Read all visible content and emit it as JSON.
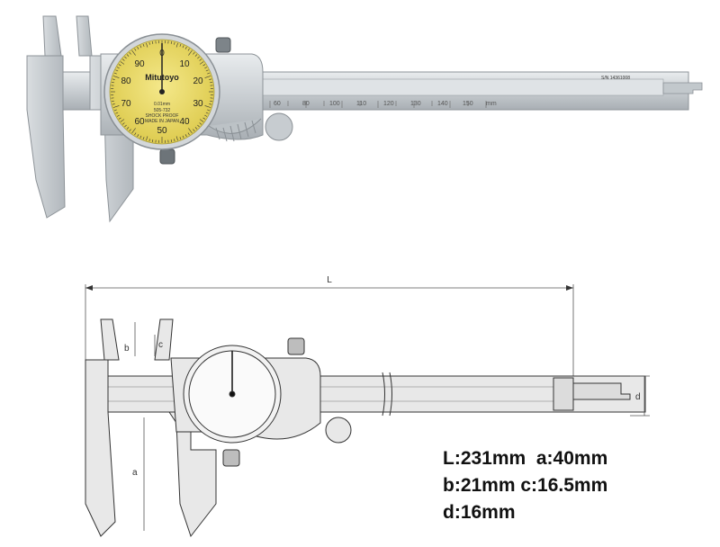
{
  "photo": {
    "brand": "Mitutoyo",
    "dial_numbers": [
      "0",
      "10",
      "20",
      "30",
      "40",
      "50",
      "60",
      "70",
      "80",
      "90"
    ],
    "resolution_label": "0.01mm",
    "dial_sub_1": "505-732",
    "dial_sub_2": "SHOCK PROOF",
    "dial_sub_3": "MADE IN JAPAN",
    "serial": "S/N 14361008",
    "scale_numbers": [
      "60",
      "80",
      "100",
      "110",
      "120",
      "130",
      "140",
      "150"
    ],
    "scale_unit": "mm"
  },
  "diagram": {
    "label_L": "L",
    "label_a": "a",
    "label_b": "b",
    "label_c": "c",
    "label_d": "d"
  },
  "specs": {
    "line1": "L:231mm  a:40mm",
    "line2": "b:21mm c:16.5mm",
    "line3": "d:16mm"
  }
}
